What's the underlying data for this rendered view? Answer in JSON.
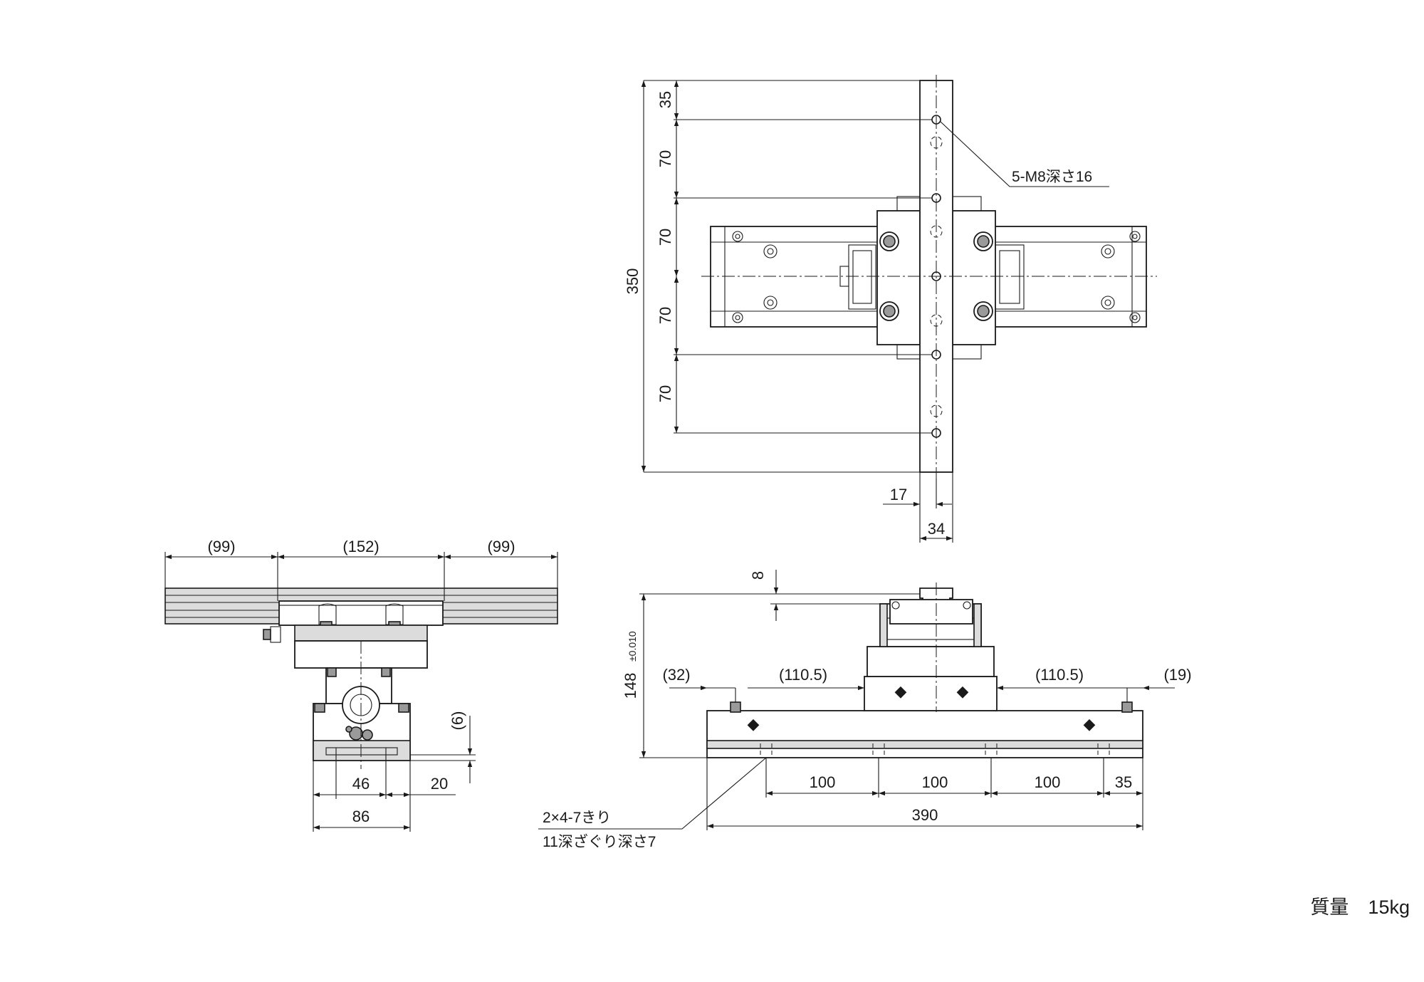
{
  "top_view": {
    "dims": {
      "total_height": "350",
      "pitch_35": "35",
      "pitch_70_a": "70",
      "pitch_70_b": "70",
      "pitch_70_c": "70",
      "pitch_70_d": "70",
      "offset_17": "17",
      "width_34": "34"
    },
    "hole_note": "5-M8深さ16"
  },
  "side_view": {
    "dims": {
      "left_ext": "(99)",
      "center_len": "(152)",
      "right_ext": "(99)",
      "gap_6": "(6)",
      "w_46": "46",
      "w_20": "20",
      "w_86": "86"
    }
  },
  "front_view": {
    "dims": {
      "top_8": "8",
      "height_main": "148",
      "height_tol": "±0.010",
      "left_32": "(32)",
      "left_110": "(110.5)",
      "right_110": "(110.5)",
      "right_19": "(19)",
      "pitch_100_a": "100",
      "pitch_100_b": "100",
      "pitch_100_c": "100",
      "end_35": "35",
      "total_390": "390"
    },
    "hole_note_line1": "2×4-7きり",
    "hole_note_line2": "11深ざぐり深さ7"
  },
  "mass_label": "質量　15kg"
}
